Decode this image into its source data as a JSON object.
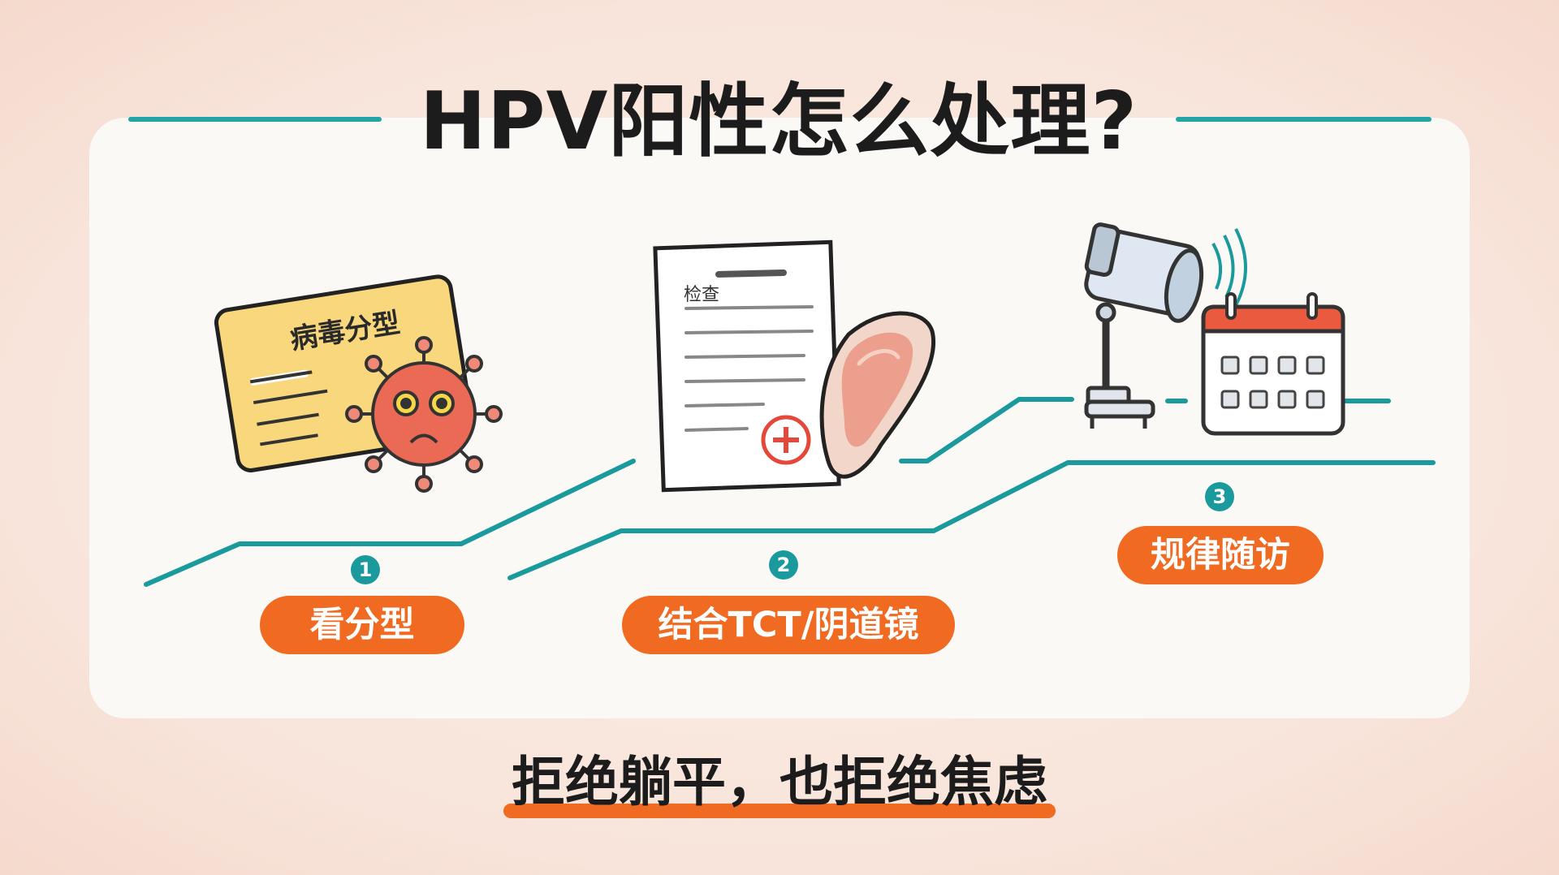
{
  "title": "HPV阳性怎么处理?",
  "steps": [
    {
      "number": "1",
      "label": "看分型",
      "card_text": "病毒分型",
      "icon": "virus-report-card-icon"
    },
    {
      "number": "2",
      "label": "结合TCT/阴道镜",
      "card_text": "检查",
      "icon": "exam-report-and-cervix-icon"
    },
    {
      "number": "3",
      "label": "规律随访",
      "icon": "colposcope-and-calendar-icon"
    }
  ],
  "slogan": "拒绝躺平，也拒绝焦虑",
  "colors": {
    "accent_orange": "#f06a22",
    "teal": "#22a5a5",
    "background": "#f9e2d8",
    "card": "#fbf9f6",
    "text": "#1c1c1c"
  }
}
